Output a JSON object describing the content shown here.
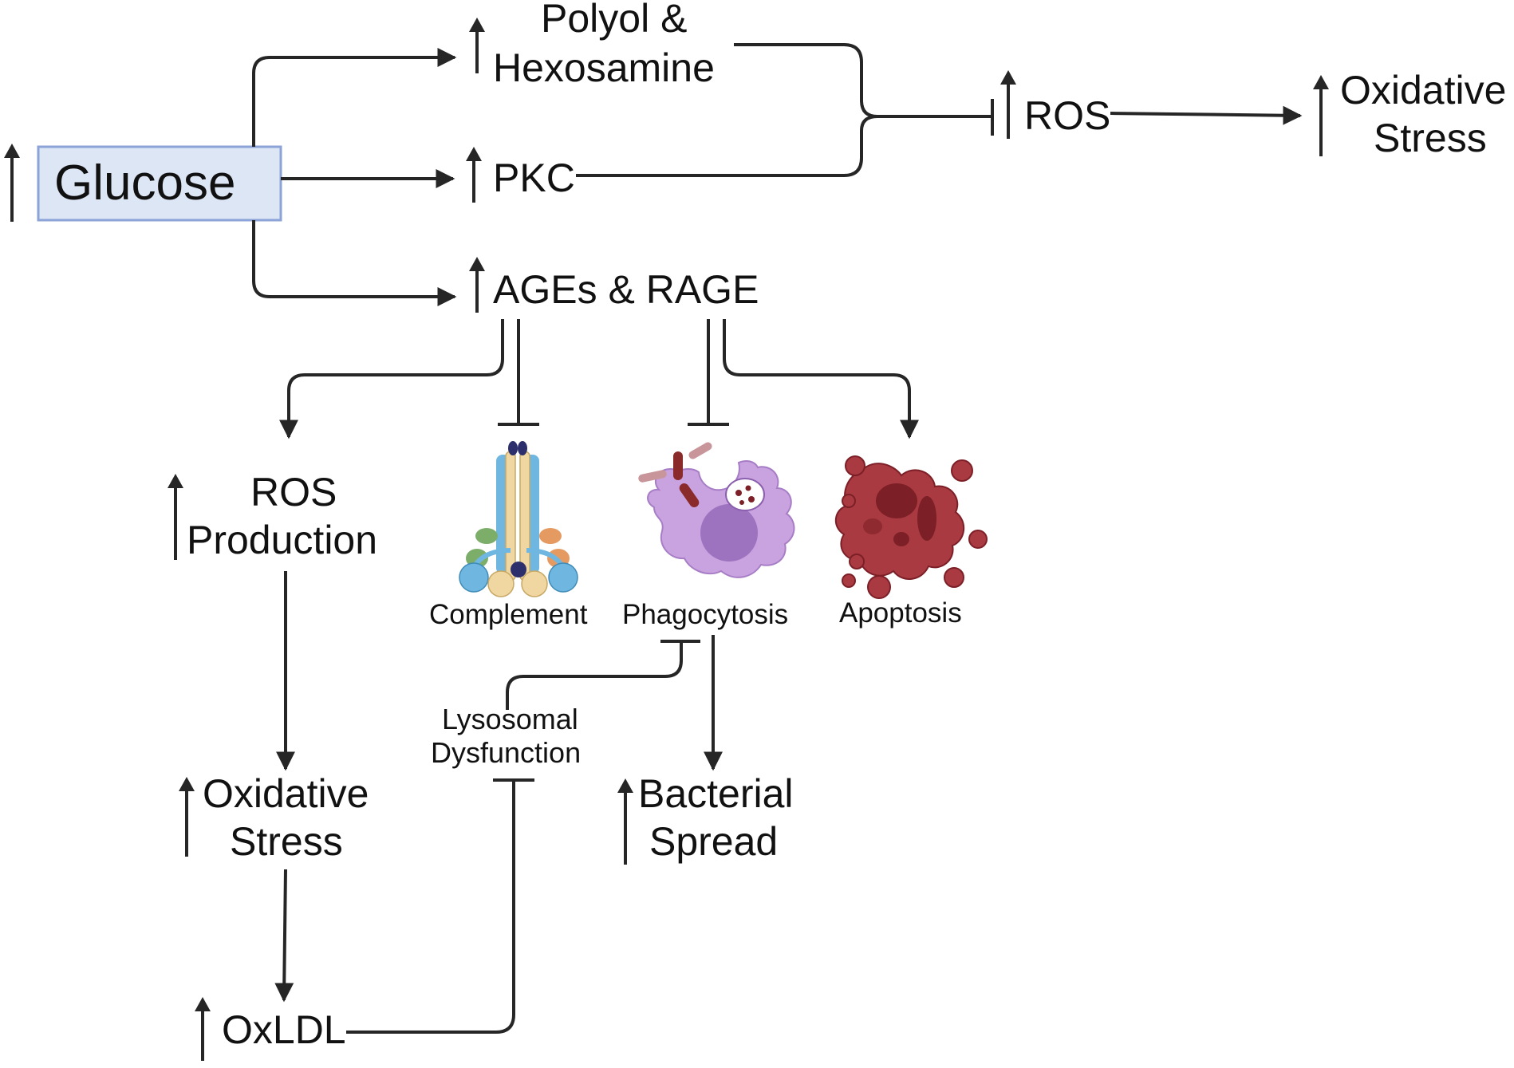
{
  "nodes": {
    "glucose": "Glucose",
    "polyol_line1": "Polyol &",
    "polyol_line2": "Hexosamine",
    "pkc": "PKC",
    "ages_rage": "AGEs & RAGE",
    "ros_top": "ROS",
    "ox_stress_top_line1": "Oxidative",
    "ox_stress_top_line2": "Stress",
    "ros_prod_line1": "ROS",
    "ros_prod_line2": "Production",
    "complement": "Complement",
    "phagocytosis": "Phagocytosis",
    "apoptosis": "Apoptosis",
    "lysosomal_line1": "Lysosomal",
    "lysosomal_line2": "Dysfunction",
    "ox_stress_bot_line1": "Oxidative",
    "ox_stress_bot_line2": "Stress",
    "bacterial_line1": "Bacterial",
    "bacterial_line2": "Spread",
    "oxldl": "OxLDL"
  },
  "colors": {
    "line": "#262626",
    "glucose_fill": "#dde6f5",
    "glucose_border": "#8ba3d6",
    "phagocyte_body": "#c9a2e0",
    "phagocyte_nucleus": "#9d72bf",
    "apoptotic_cell": "#a93a42",
    "apoptotic_dark": "#7c1f26",
    "complement_blue": "#6fb7e0",
    "complement_tan": "#f0d6a0",
    "complement_orange": "#e59a62",
    "complement_green": "#7cae6a",
    "complement_navy": "#2c2f6b"
  },
  "icons": [
    "up-arrow-icon",
    "complement-protein-icon",
    "phagocyte-icon",
    "apoptotic-cell-icon"
  ]
}
